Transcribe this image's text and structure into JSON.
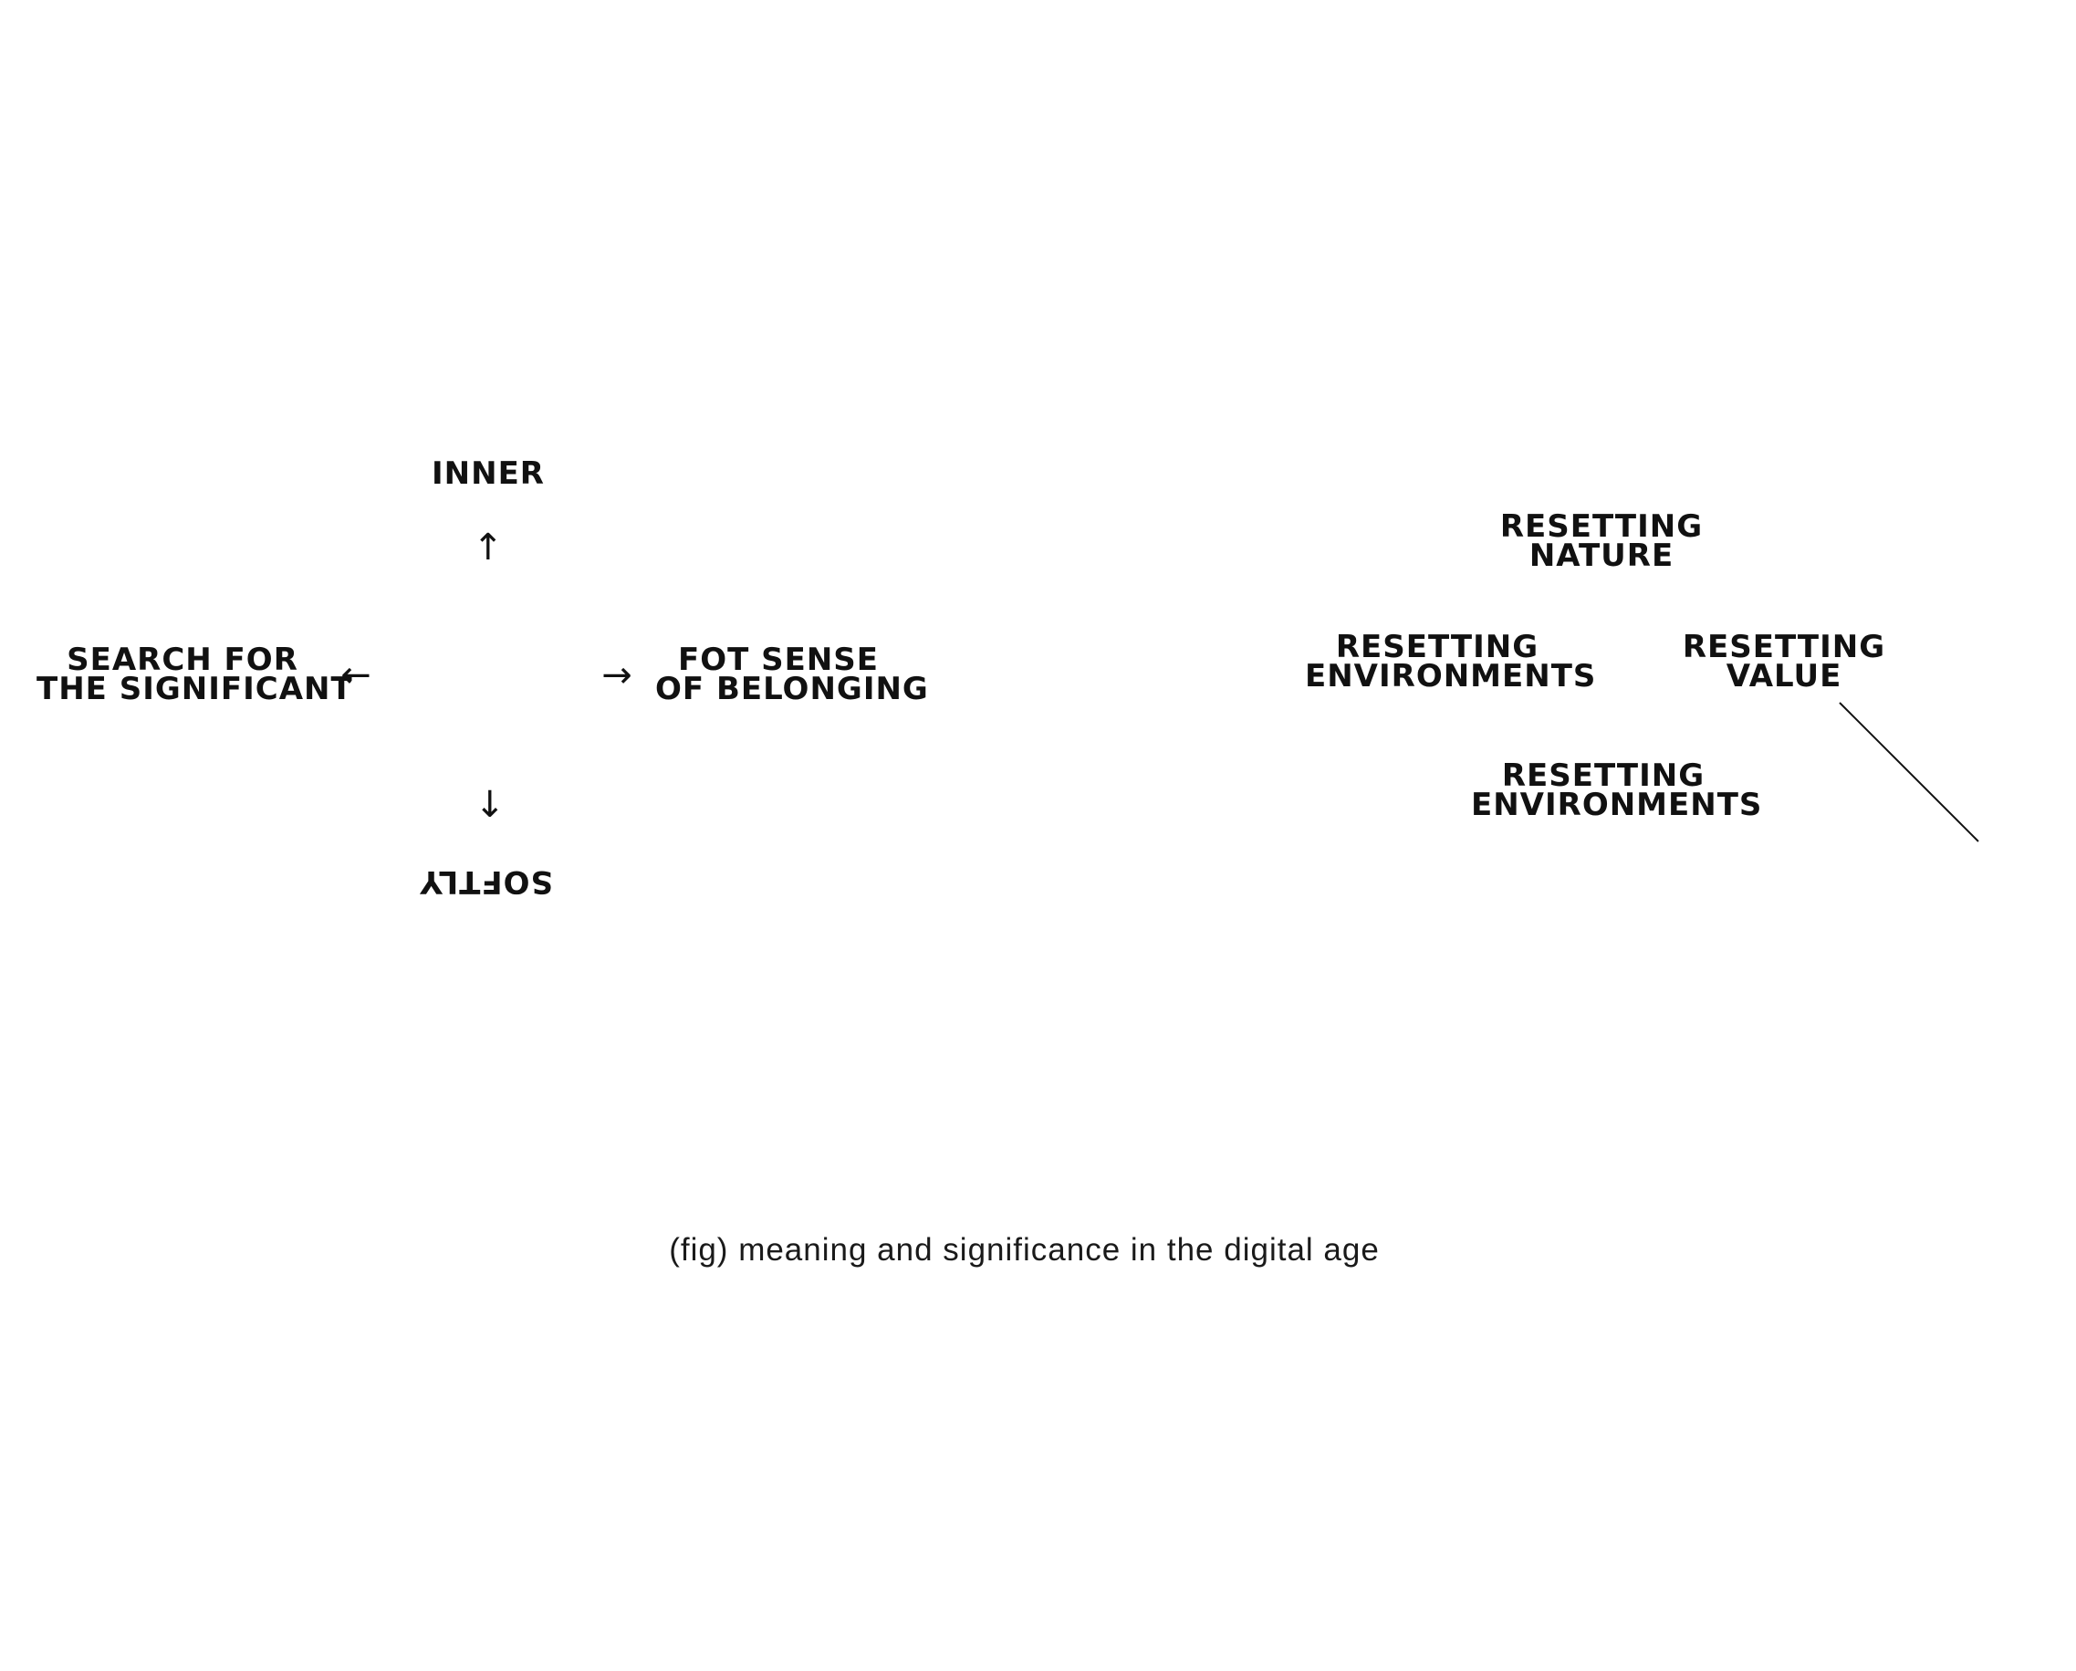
{
  "left_diagram": {
    "top": "INNER",
    "left": [
      "SEARCH FOR",
      "THE SIGNIFICANT"
    ],
    "right": [
      "FOT SENSE",
      "OF BELONGING"
    ],
    "bottom": "SOFTLY"
  },
  "right_diagram": {
    "top": [
      "RESETTING",
      "NATURE"
    ],
    "left": [
      "RESETTING",
      "ENVIRONMENTS"
    ],
    "right": [
      "RESETTING",
      "VALUE"
    ],
    "bottom": [
      "RESETTING",
      "ENVIRONMENTS"
    ]
  },
  "caption": "(fig) meaning and significance in the digital age"
}
